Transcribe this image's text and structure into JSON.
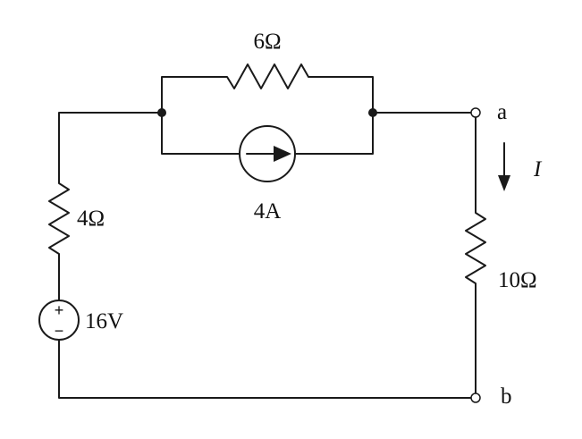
{
  "components": {
    "resistor_top": {
      "label": "6Ω"
    },
    "resistor_left": {
      "label": "4Ω"
    },
    "resistor_right": {
      "label": "10Ω"
    },
    "current_source": {
      "label": "4A"
    },
    "voltage_source": {
      "label": "16V",
      "plus": "+",
      "minus": "−"
    }
  },
  "terminals": {
    "a": "a",
    "b": "b"
  },
  "current": {
    "label": "I"
  },
  "colors": {
    "wire": "#1a1a1a",
    "background": "#ffffff"
  }
}
